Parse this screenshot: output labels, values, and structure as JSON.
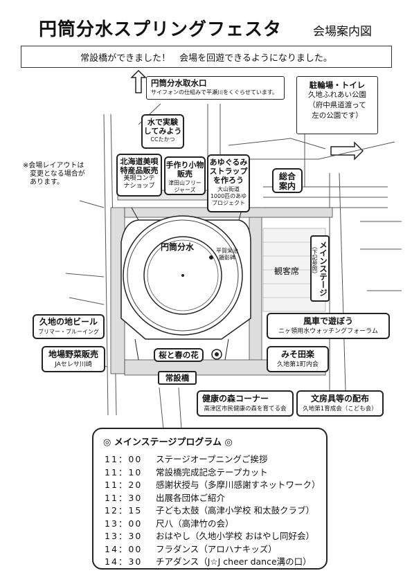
{
  "title": "円筒分水スプリングフェスタ",
  "subtitle": "会場案内図",
  "banner": "常設橋ができました！　会場を回遊できるようになりました。",
  "note": [
    "※会場レイアウトは",
    "変更となる場合が",
    "あります。"
  ],
  "intake": {
    "title": "円筒分水取水口",
    "desc": "サイフォンの仕組みで平瀬川をくぐらせています。"
  },
  "parking": [
    "駐輪場・トイレ",
    "久地ふれあい公園",
    "（府中県道渡って",
    "左の公園です）"
  ],
  "booths": {
    "water": {
      "lines": [
        "水で実験",
        "してみよう"
      ],
      "org": "CCたかつ"
    },
    "hokkaido": {
      "lines": [
        "北海道美唄",
        "特産品販売",
        "美唄コンテ",
        "ナショップ"
      ]
    },
    "craft": {
      "lines": [
        "手作り小物",
        "販売"
      ],
      "org": [
        "津田山フリー",
        "ジャーズ"
      ]
    },
    "ayu": {
      "lines": [
        "あゆぐるみ",
        "ストラップ",
        "を作ろう"
      ],
      "org": [
        "大山街道",
        "1000匹のあゆ",
        "プロジェクト"
      ]
    },
    "info": [
      "総合",
      "案内"
    ],
    "beer": {
      "main": "久地の地ビール",
      "org": "ブリマー・ブルーイング"
    },
    "veg": {
      "main": "地場野菜販売",
      "org": "JAセレサ川崎"
    },
    "pinwheel": {
      "main": "風車で遊ぼう",
      "org": "ニヶ領用水ウォッチングフォーラム"
    },
    "miso": {
      "main": "みそ田楽",
      "org": "久地第1町内会"
    },
    "sakura": {
      "main": "桜と春の花"
    },
    "forest": {
      "main": "健康の森コーナー",
      "org": "高津区市民健康の森を育てる会"
    },
    "stationery": {
      "main": "文房具等の配布",
      "org": "久地第1育成会（こども会）"
    }
  },
  "map": {
    "entsutsu": "円筒分水",
    "monument": [
      "平賀栄治",
      "顕彰碑"
    ],
    "audience": "観客席",
    "bridge": "常設橋",
    "stage": [
      "メインステージ",
      "（下記参照）"
    ]
  },
  "program": {
    "heading": "◎ メインステージプログラム ◎",
    "items": [
      {
        "time": "11：00",
        "label": "ステージオープニングご挨拶"
      },
      {
        "time": "11：10",
        "label": "常設橋完成記念テープカット"
      },
      {
        "time": "11：20",
        "label": "感謝状授与（多摩川感謝すネットワーク）"
      },
      {
        "time": "11：30",
        "label": "出展各団体ご紹介"
      },
      {
        "time": "12：15",
        "label": "子ども太鼓（高津小学校 和太鼓クラブ）"
      },
      {
        "time": "13：00",
        "label": "尺八（高津竹の会）"
      },
      {
        "time": "13：30",
        "label": "おはやし（久地小学校 おはやし同好会）"
      },
      {
        "time": "14：00",
        "label": "フラダンス（アロハナキッズ）"
      },
      {
        "time": "14：30",
        "label": "チアダンス（J☆J cheer dance溝の口）"
      }
    ]
  }
}
